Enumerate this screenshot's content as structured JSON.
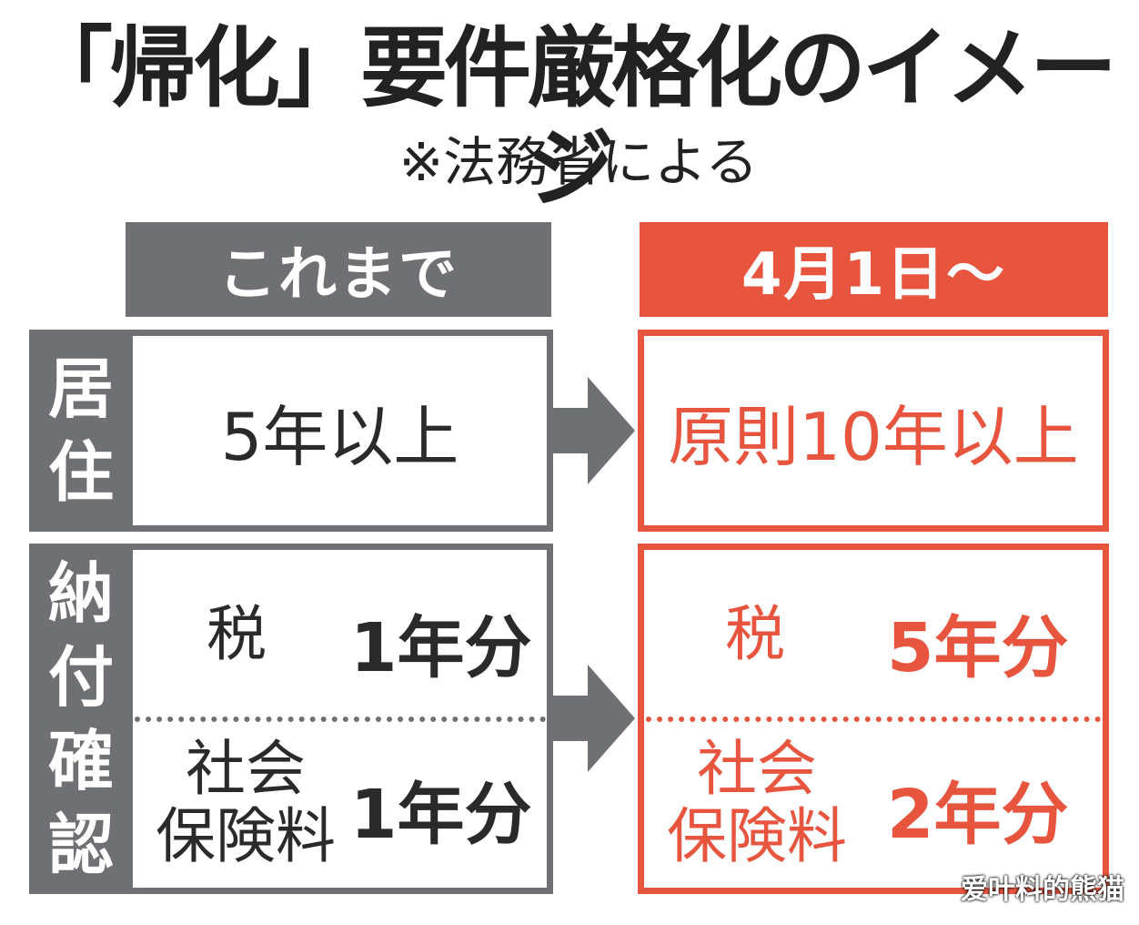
{
  "title": "「帰化」要件厳格化のイメージ",
  "subtitle": "※法務省による",
  "columns": {
    "before": "これまで",
    "after": "4月1日～"
  },
  "rows": {
    "residence": {
      "side_label_chars": [
        "居",
        "住"
      ],
      "before": "5年以上",
      "after": "原則10年以上"
    },
    "payment": {
      "side_label_chars": [
        "納",
        "付",
        "確",
        "認"
      ],
      "tax": {
        "label": "税",
        "before": "1年分",
        "after": "5年分"
      },
      "social": {
        "label_line1": "社会",
        "label_line2": "保険料",
        "before": "1年分",
        "after": "2年分"
      }
    }
  },
  "watermark": "爱叶料的熊猫",
  "colors": {
    "gray": "#6f7073",
    "accent": "#e8553f",
    "text": "#2a2a2a"
  }
}
